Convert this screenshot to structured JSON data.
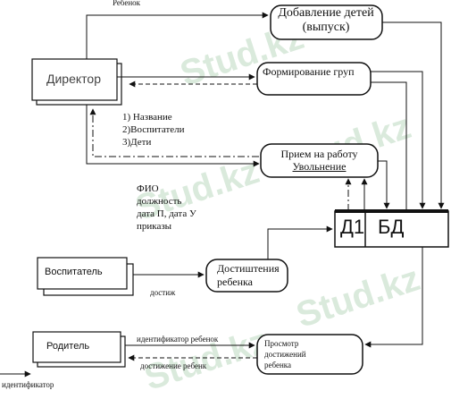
{
  "processes": {
    "add_children": "Добавление детей (выпуск)",
    "form_groups": "Формирование груп",
    "hire": "Прием на работу",
    "fire": "Увольнение",
    "achievements": "Достиштения ребенка",
    "view_achievements": "Просмотр достижений ребенка"
  },
  "entities": {
    "director": "Директор",
    "teacher": "Воспитатель",
    "parent": "Родитель"
  },
  "store": {
    "id": "Д1",
    "name": "БД"
  },
  "flows": {
    "child": "Ребенок",
    "list_1": "1) Название",
    "list_2": "2)Воспитатели",
    "list_3": "3)Дети",
    "fio": "ФИО",
    "position": "должность",
    "dates": "дата П, дата У",
    "orders": "приказы",
    "achieve": "достиж",
    "child_id": "идентификатор ребенок",
    "child_achievement": "достижение ребенк",
    "id_bottom": "идентификатор"
  },
  "watermark": "Stud.kz"
}
